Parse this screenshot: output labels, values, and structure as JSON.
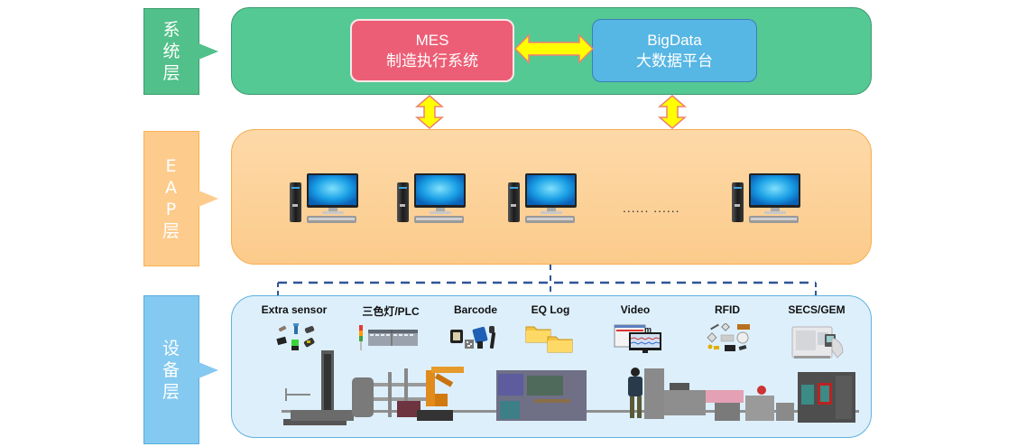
{
  "layers": {
    "system": {
      "label_chars": [
        "系",
        "统",
        "层"
      ],
      "color": "#52c08a"
    },
    "eap": {
      "label_chars": [
        "E",
        "A",
        "P",
        "层"
      ],
      "color": "#fdcb8c"
    },
    "device": {
      "label_chars": [
        "设",
        "备",
        "层"
      ],
      "color": "#84c9ef"
    }
  },
  "system_panel": {
    "mes": {
      "title": "MES",
      "subtitle": "制造执行系统",
      "color": "#ec5e75"
    },
    "bigdata": {
      "title": "BigData",
      "subtitle": "大数据平台",
      "color": "#56b6e4"
    }
  },
  "eap_panel": {
    "computers": [
      "computer-1",
      "computer-2",
      "computer-3",
      "computer-n"
    ],
    "ellipsis": "...... ......"
  },
  "device_panel": {
    "sources": [
      {
        "label": "Extra sensor",
        "icon": "sensors-icon"
      },
      {
        "label": "三色灯/PLC",
        "icon": "signal-light-plc-icon"
      },
      {
        "label": "Barcode",
        "icon": "barcode-scanner-icon"
      },
      {
        "label": "EQ Log",
        "icon": "folders-icon"
      },
      {
        "label": "Video",
        "icon": "video-monitor-icon"
      },
      {
        "label": "RFID",
        "icon": "rfid-tags-icon"
      },
      {
        "label": "SECS/GEM",
        "icon": "cnc-machine-icon"
      }
    ],
    "production_line": "production-line-illustration"
  },
  "colors": {
    "arrow_fill": "#ffff00",
    "arrow_stroke": "#f08070",
    "connector": "#2f5597"
  }
}
